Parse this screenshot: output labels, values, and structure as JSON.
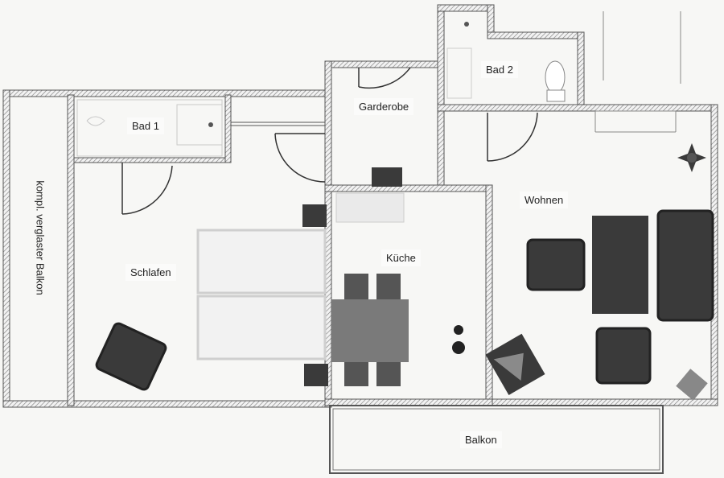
{
  "rooms": {
    "bad1": "Bad 1",
    "bad2": "Bad 2",
    "garderobe": "Garderobe",
    "schlafen": "Schlafen",
    "kueche": "Küche",
    "wohnen": "Wohnen",
    "balkon": "Balkon",
    "verglaster_balkon": "kompl. verglaster Balkon"
  },
  "colors": {
    "wall": "#555555",
    "furniture_dark": "#3a3a3a",
    "furniture_mid": "#6a6a6a",
    "furniture_light": "#d6d6d6"
  }
}
